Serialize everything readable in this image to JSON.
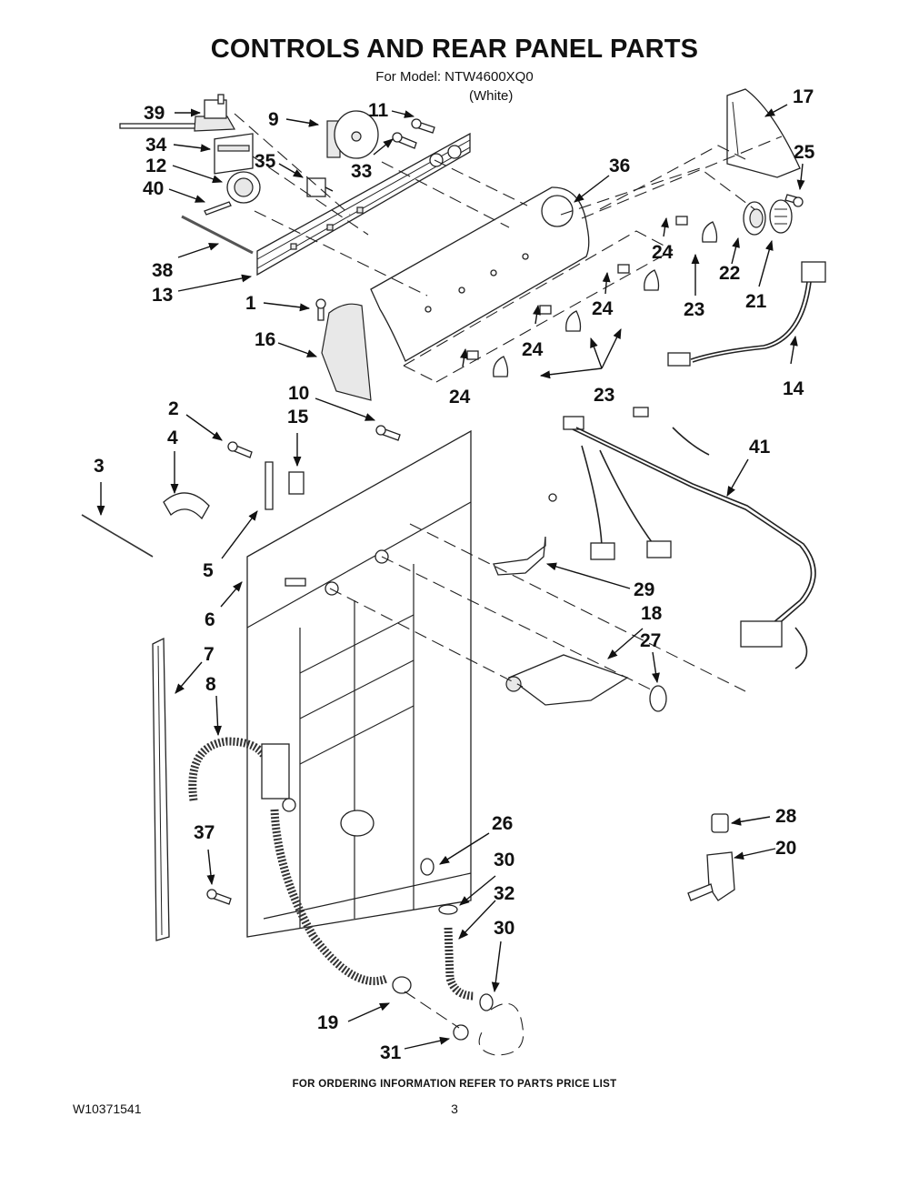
{
  "header": {
    "title": "CONTROLS AND REAR PANEL PARTS",
    "model_line": "For Model: NTW4600XQ0",
    "variant": "(White)"
  },
  "callouts": [
    {
      "id": "1",
      "label": "1"
    },
    {
      "id": "2",
      "label": "2"
    },
    {
      "id": "3",
      "label": "3"
    },
    {
      "id": "4",
      "label": "4"
    },
    {
      "id": "5",
      "label": "5"
    },
    {
      "id": "6",
      "label": "6"
    },
    {
      "id": "7",
      "label": "7"
    },
    {
      "id": "8",
      "label": "8"
    },
    {
      "id": "9",
      "label": "9"
    },
    {
      "id": "10",
      "label": "10"
    },
    {
      "id": "11",
      "label": "11"
    },
    {
      "id": "12",
      "label": "12"
    },
    {
      "id": "13",
      "label": "13"
    },
    {
      "id": "14",
      "label": "14"
    },
    {
      "id": "15",
      "label": "15"
    },
    {
      "id": "16",
      "label": "16"
    },
    {
      "id": "17",
      "label": "17"
    },
    {
      "id": "18",
      "label": "18"
    },
    {
      "id": "19",
      "label": "19"
    },
    {
      "id": "20",
      "label": "20"
    },
    {
      "id": "21",
      "label": "21"
    },
    {
      "id": "22",
      "label": "22"
    },
    {
      "id": "23a",
      "label": "23"
    },
    {
      "id": "23b",
      "label": "23"
    },
    {
      "id": "24a",
      "label": "24"
    },
    {
      "id": "24b",
      "label": "24"
    },
    {
      "id": "24c",
      "label": "24"
    },
    {
      "id": "24d",
      "label": "24"
    },
    {
      "id": "25",
      "label": "25"
    },
    {
      "id": "26",
      "label": "26"
    },
    {
      "id": "27",
      "label": "27"
    },
    {
      "id": "28",
      "label": "28"
    },
    {
      "id": "29",
      "label": "29"
    },
    {
      "id": "30a",
      "label": "30"
    },
    {
      "id": "30b",
      "label": "30"
    },
    {
      "id": "31",
      "label": "31"
    },
    {
      "id": "32",
      "label": "32"
    },
    {
      "id": "33",
      "label": "33"
    },
    {
      "id": "34",
      "label": "34"
    },
    {
      "id": "35",
      "label": "35"
    },
    {
      "id": "36",
      "label": "36"
    },
    {
      "id": "37",
      "label": "37"
    },
    {
      "id": "38",
      "label": "38"
    },
    {
      "id": "39",
      "label": "39"
    },
    {
      "id": "40",
      "label": "40"
    },
    {
      "id": "41",
      "label": "41"
    }
  ],
  "footer": {
    "ordering_note": "FOR ORDERING INFORMATION REFER TO PARTS PRICE LIST",
    "document_number": "W10371541",
    "page_number": "3"
  }
}
